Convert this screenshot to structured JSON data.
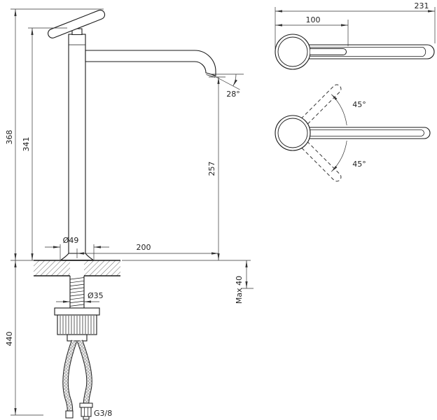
{
  "drawing": {
    "background": "#ffffff",
    "line_color": "#1a1a1a",
    "dim_color": "#333333",
    "front": {
      "total_height": "368",
      "body_height": "341",
      "under_height": "440",
      "base_dia": "Ø49",
      "reach": "200",
      "spout_height": "257",
      "outlet_angle": "28°",
      "shank_dia": "Ø35",
      "max_deck": "Max 40",
      "thread": "G3/8"
    },
    "plan": {
      "overall_len": "231",
      "handle_len": "100"
    },
    "swivel": {
      "up": "45°",
      "down": "45°"
    }
  }
}
